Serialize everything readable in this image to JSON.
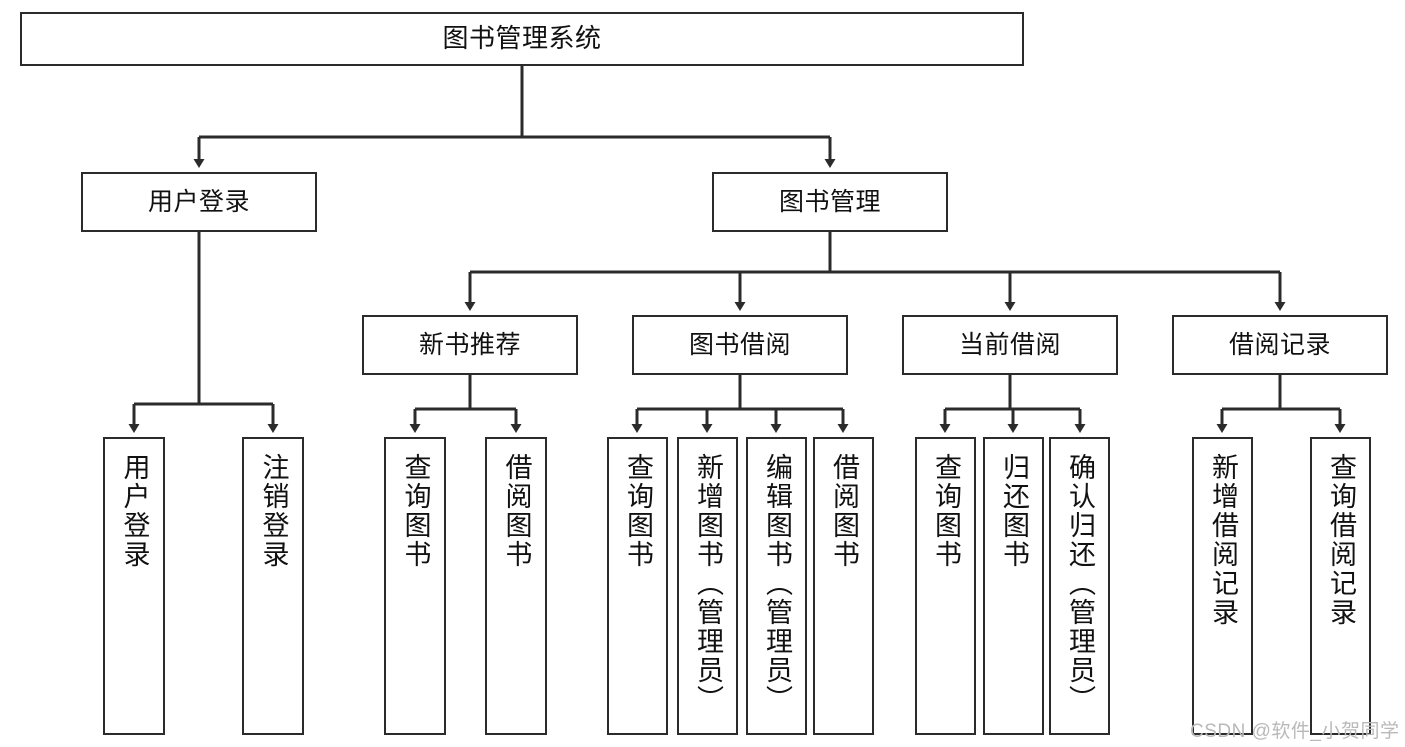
{
  "diagram": {
    "title": "图书管理系统",
    "type": "tree-hierarchy-chart",
    "colors": {
      "stroke": "#2b2b2b",
      "fill": "#ffffff",
      "text": "#111111",
      "watermark": "#b9b9b9"
    }
  },
  "root": {
    "label": "图书管理系统"
  },
  "level2": [
    {
      "label": "用户登录"
    },
    {
      "label": "图书管理"
    }
  ],
  "level3": [
    {
      "label": "新书推荐"
    },
    {
      "label": "图书借阅"
    },
    {
      "label": "当前借阅"
    },
    {
      "label": "借阅记录"
    }
  ],
  "leaves": {
    "user_login": [
      {
        "label": "用户登录"
      },
      {
        "label": "注销登录"
      }
    ],
    "new_book_recommend": [
      {
        "label": "查询图书"
      },
      {
        "label": "借阅图书"
      }
    ],
    "book_borrow": [
      {
        "label": "查询图书"
      },
      {
        "label": "新增图书（管理员）"
      },
      {
        "label": "编辑图书（管理员）"
      },
      {
        "label": "借阅图书"
      }
    ],
    "current_borrow": [
      {
        "label": "查询图书"
      },
      {
        "label": "归还图书"
      },
      {
        "label": "确认归还（管理员）"
      }
    ],
    "borrow_record": [
      {
        "label": "新增借阅记录"
      },
      {
        "label": "查询借阅记录"
      }
    ]
  },
  "watermark": {
    "text": "CSDN @软件_小贺同学"
  }
}
